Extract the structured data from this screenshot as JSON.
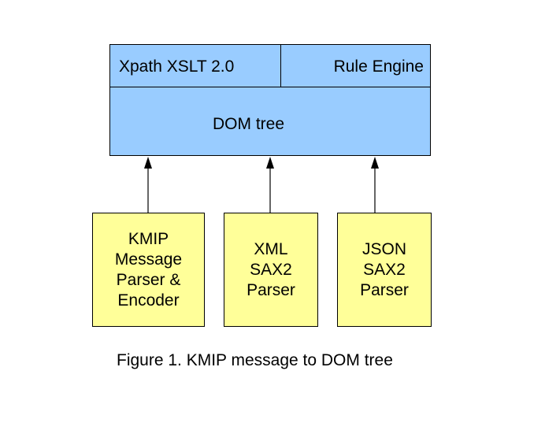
{
  "colors": {
    "top_box_fill": "#99ccff",
    "parser_box_fill": "#ffff99",
    "border": "#000000",
    "arrow": "#000000",
    "background": "#ffffff"
  },
  "top_box": {
    "xpath_label": "Xpath XSLT 2.0",
    "rule_engine_label": "Rule Engine",
    "dom_tree_label": "DOM tree"
  },
  "parsers": [
    {
      "label": "KMIP\nMessage\nParser &\nEncoder"
    },
    {
      "label": "XML\nSAX2\nParser"
    },
    {
      "label": "JSON\nSAX2\nParser"
    }
  ],
  "caption": "Figure 1. KMIP message to DOM tree"
}
